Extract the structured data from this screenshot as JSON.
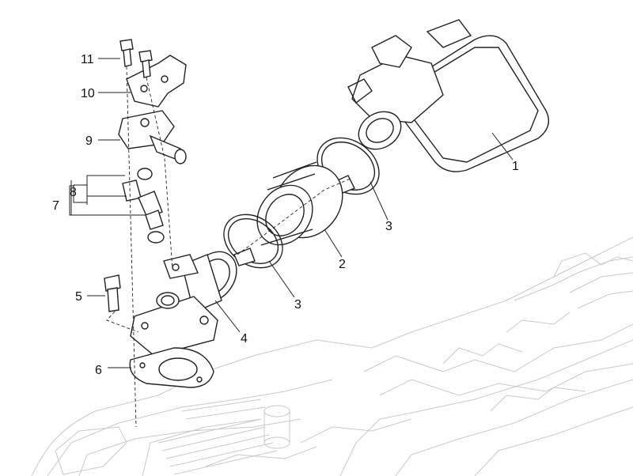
{
  "callouts": {
    "c1": "1",
    "c2": "2",
    "c3a": "3",
    "c3b": "3",
    "c4": "4",
    "c5": "5",
    "c6": "6",
    "c7": "7",
    "c8": "8",
    "c9": "9",
    "c10": "10",
    "c11": "11"
  },
  "colors": {
    "line": "#222222",
    "background_engine": "#c9c9c9",
    "part_fill": "#ffffff"
  }
}
